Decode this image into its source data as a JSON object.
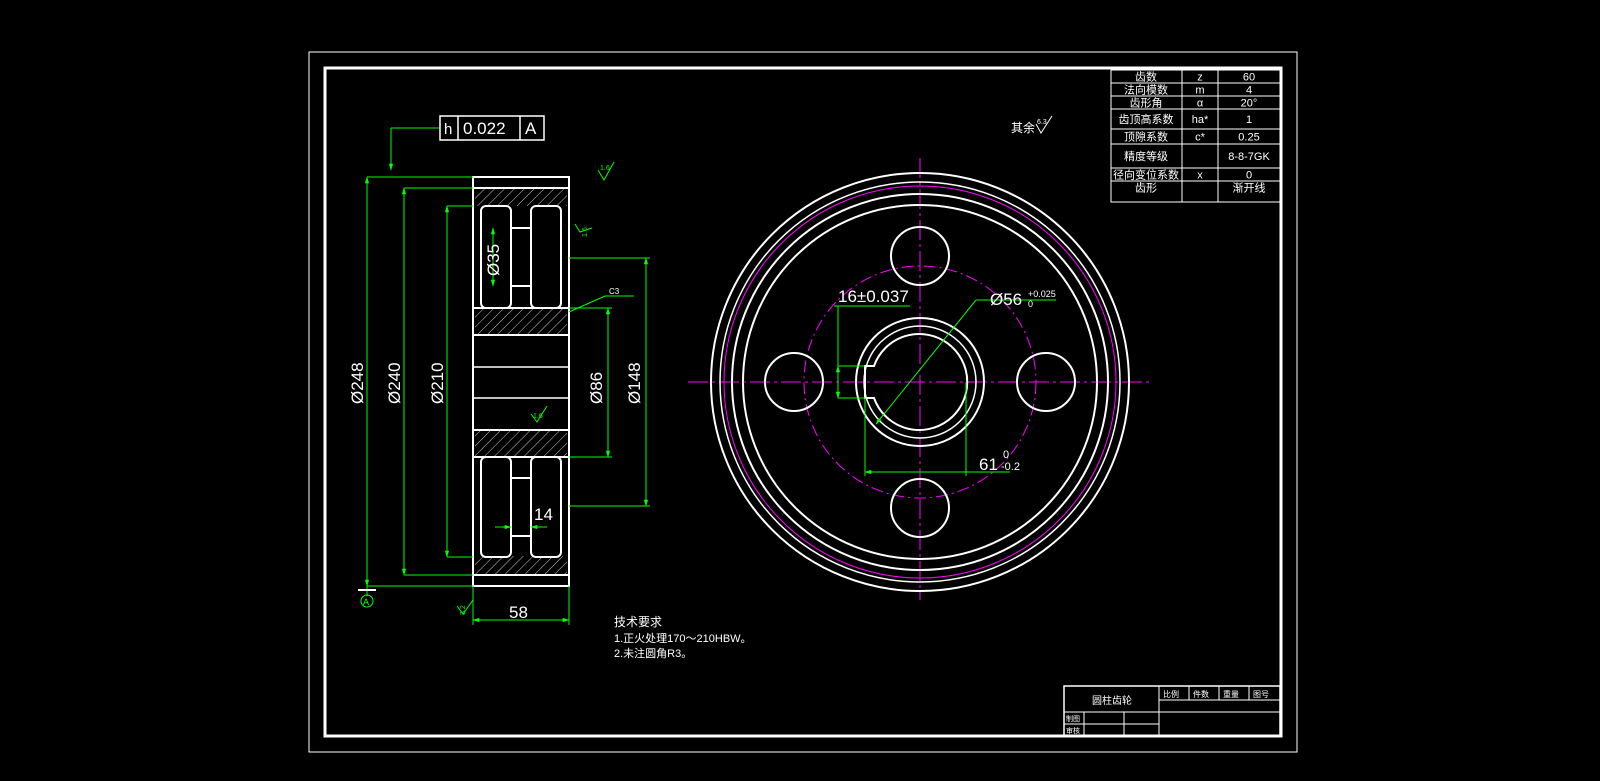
{
  "tolerance_frame": {
    "symbol": "h",
    "value": "0.022",
    "datum": "A"
  },
  "datum_label": "A",
  "roughness": {
    "top": "1.6",
    "side": "1.6",
    "web": "1.6",
    "bottom": "3.2",
    "global_prefix": "其余",
    "global_value": "6.3"
  },
  "side_dims": {
    "d248": "Ø248",
    "d240": "Ø240",
    "d210": "Ø210",
    "d35": "Ø35",
    "d86": "Ø86",
    "d148": "Ø148",
    "w14": "14",
    "w58": "58",
    "c3": "C3"
  },
  "front_dims": {
    "key_width": "16±0.037",
    "bore": "Ø56",
    "bore_tol_upper": "+0.025",
    "bore_tol_lower": "0",
    "key_depth": "61",
    "key_tol_upper": "0",
    "key_tol_lower": "-0.2"
  },
  "tech_req": {
    "title": "技术要求",
    "line1": "1.正火处理170～210HBW。",
    "line2": "2.未注圆角R3。"
  },
  "gear_table": {
    "rows": [
      {
        "name": "齿数",
        "sym": "z",
        "val": "60"
      },
      {
        "name": "法向模数",
        "sym": "m",
        "val": "4"
      },
      {
        "name": "齿形角",
        "sym": "α",
        "val": "20°"
      },
      {
        "name": "齿顶高系数",
        "sym": "ha*",
        "val": "1"
      },
      {
        "name": "顶隙系数",
        "sym": "c*",
        "val": "0.25"
      },
      {
        "name": "精度等级",
        "sym": "",
        "val": "8-8-7GK"
      },
      {
        "name": "径向变位系数",
        "sym": "x",
        "val": "0"
      },
      {
        "name": "齿形",
        "sym": "",
        "val": "渐开线"
      }
    ]
  },
  "title_block": {
    "part_name": "圆柱齿轮",
    "col1": "比例",
    "col2": "件数",
    "col3": "重量",
    "col4": "图号",
    "designer": "制图",
    "checker": "审核"
  },
  "colors": {
    "outline": "#ffffff",
    "dimension": "#00ff00",
    "centerline": "#ff00ff",
    "background": "#000000"
  }
}
